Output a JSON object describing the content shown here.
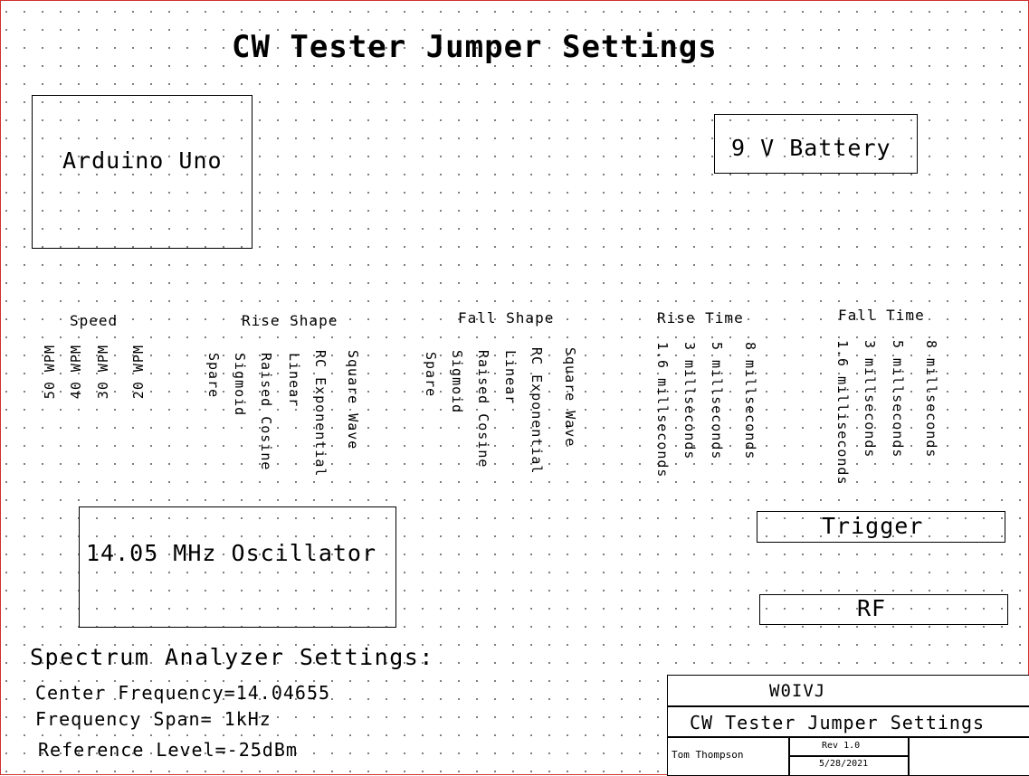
{
  "title": "CW Tester Jumper Settings",
  "boxes": {
    "arduino": "Arduino Uno",
    "battery": "9 V Battery",
    "oscillator": "14.05 MHz Oscillator",
    "trigger": "Trigger",
    "rf": "RF"
  },
  "groups": {
    "speed": {
      "heading": "Speed",
      "options": [
        "50 WPM",
        "40 WPM",
        "30 WPM",
        "20 WPM"
      ]
    },
    "rise_shape": {
      "heading": "Rise Shape",
      "options": [
        "Spare",
        "Sigmoid",
        "Raised Cosine",
        "Linear",
        "RC Exponential",
        "Square Wave"
      ]
    },
    "fall_shape": {
      "heading": "Fall Shape",
      "options": [
        "Spare",
        "Sigmoid",
        "Raised Cosine",
        "Linear",
        "RC Exponential",
        "Square Wave"
      ]
    },
    "rise_time": {
      "heading": "Rise Time",
      "options": [
        "1.6 millseconds",
        "3 millseconds",
        "5 millseconds",
        "8 millseconds"
      ]
    },
    "fall_time": {
      "heading": "Fall Time",
      "options": [
        "1.6 milliseconds",
        "3 millseconds",
        "5 millseconds",
        "8 millseconds"
      ]
    }
  },
  "spectrum": {
    "title": "Spectrum Analyzer Settings:",
    "center": "Center Frequency=14.04655",
    "span": "Frequency Span= 1kHz",
    "ref": "Reference Level=-25dBm"
  },
  "title_block": {
    "callsign": "W0IVJ",
    "drawing_title": "CW Tester Jumper Settings",
    "author": "Tom Thompson",
    "rev": "Rev 1.0",
    "date": "5/28/2021"
  }
}
